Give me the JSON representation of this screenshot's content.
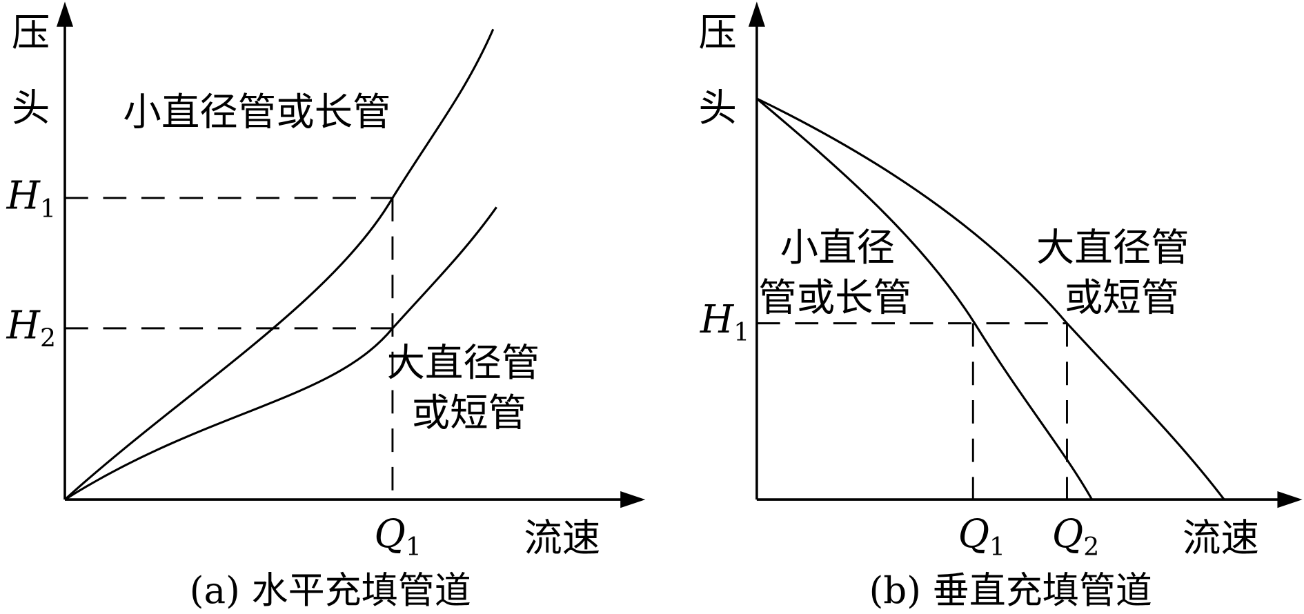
{
  "panel_a": {
    "y_axis_label": [
      "压",
      "头"
    ],
    "x_axis_label": "流速",
    "h1": "H",
    "h1_sub": "1",
    "h2": "H",
    "h2_sub": "2",
    "q1": "Q",
    "q1_sub": "1",
    "curve_small_label": "小直径管或长管",
    "curve_large_label": [
      "大直径管",
      "或短管"
    ],
    "caption": "(a) 水平充填管道"
  },
  "panel_b": {
    "y_axis_label": [
      "压",
      "头"
    ],
    "x_axis_label": "流速",
    "h1": "H",
    "h1_sub": "1",
    "q1": "Q",
    "q1_sub": "1",
    "q2": "Q",
    "q2_sub": "2",
    "curve_small_label": [
      "小直径",
      "管或长管"
    ],
    "curve_large_label": [
      "大直径管",
      "或短管"
    ],
    "caption": "(b) 垂直充填管道"
  }
}
